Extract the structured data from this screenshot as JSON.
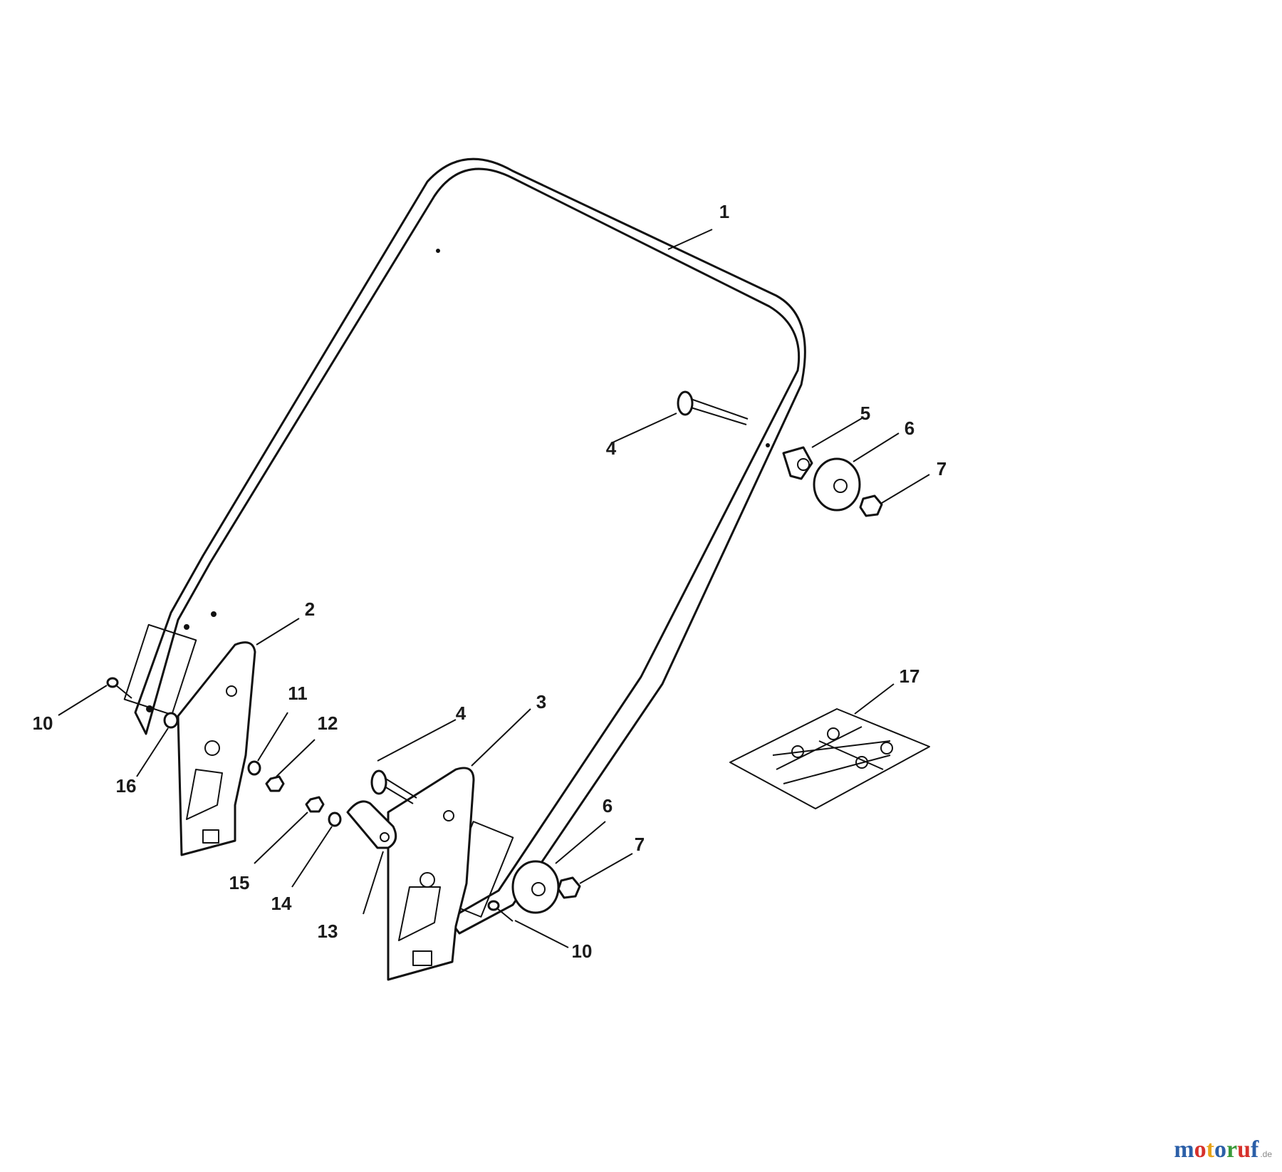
{
  "callouts": [
    {
      "id": "c1",
      "text": "1"
    },
    {
      "id": "c2",
      "text": "2"
    },
    {
      "id": "c3",
      "text": "3"
    },
    {
      "id": "c4a",
      "text": "4"
    },
    {
      "id": "c4b",
      "text": "4"
    },
    {
      "id": "c5",
      "text": "5"
    },
    {
      "id": "c6a",
      "text": "6"
    },
    {
      "id": "c6b",
      "text": "6"
    },
    {
      "id": "c7a",
      "text": "7"
    },
    {
      "id": "c7b",
      "text": "7"
    },
    {
      "id": "c10a",
      "text": "10"
    },
    {
      "id": "c10b",
      "text": "10"
    },
    {
      "id": "c11",
      "text": "11"
    },
    {
      "id": "c12",
      "text": "12"
    },
    {
      "id": "c13",
      "text": "13"
    },
    {
      "id": "c14",
      "text": "14"
    },
    {
      "id": "c15",
      "text": "15"
    },
    {
      "id": "c16",
      "text": "16"
    },
    {
      "id": "c17",
      "text": "17"
    }
  ],
  "logo": {
    "letters": [
      "m",
      "o",
      "t",
      "o",
      "r",
      "u",
      "f"
    ],
    "colors": [
      "#2b5fa8",
      "#d6312c",
      "#e8a317",
      "#2b5fa8",
      "#3a9a3a",
      "#d6312c",
      "#2b5fa8"
    ],
    "suffix": ".de"
  }
}
